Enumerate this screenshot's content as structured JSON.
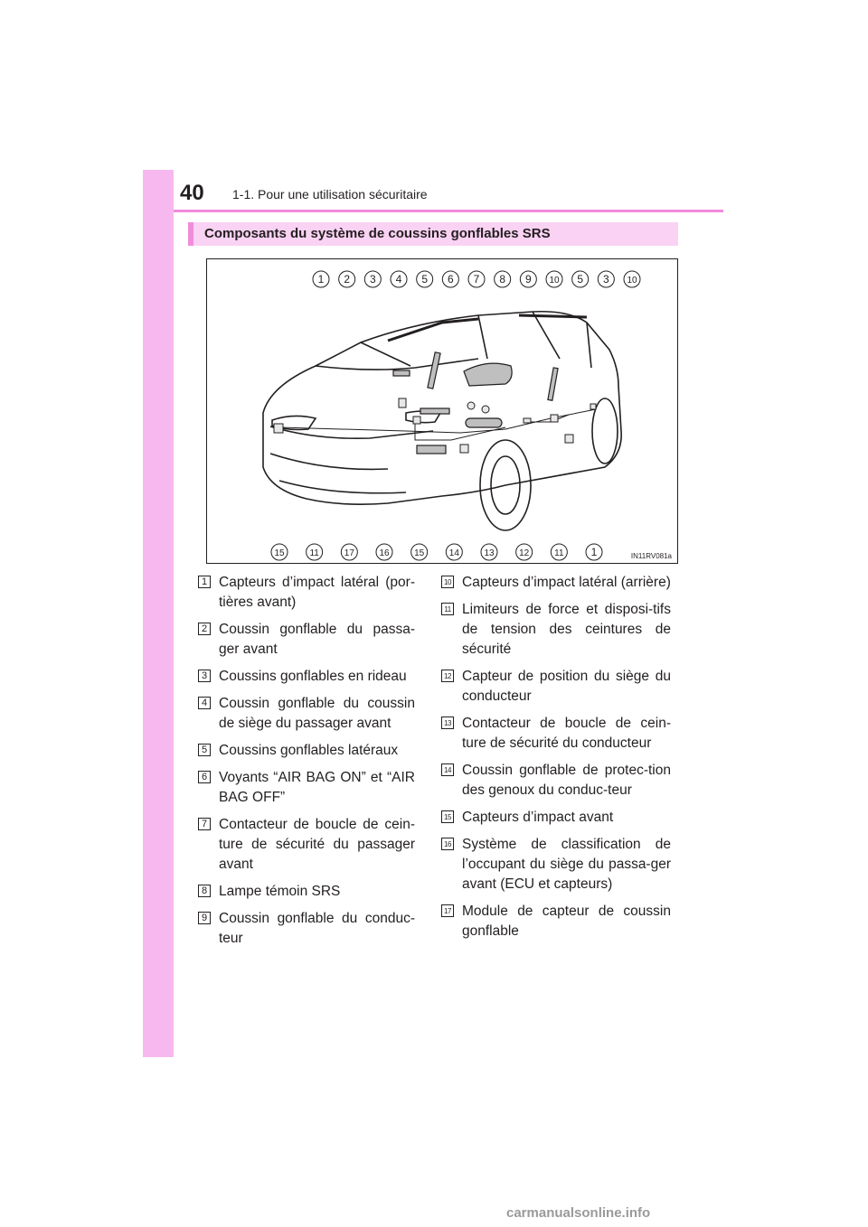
{
  "header": {
    "page_number": "40",
    "chapter": "1-1. Pour une utilisation sécuritaire"
  },
  "section": {
    "title": "Composants du système de coussins gonflables SRS"
  },
  "diagram": {
    "code": "IN11RV081a",
    "top_callouts": [
      "1",
      "2",
      "3",
      "4",
      "5",
      "6",
      "7",
      "8",
      "9",
      "10",
      "5",
      "3",
      "10"
    ],
    "bottom_callouts": [
      "15",
      "11",
      "17",
      "16",
      "15",
      "14",
      "13",
      "12",
      "11",
      "1"
    ]
  },
  "legend_left": [
    {
      "num": "1",
      "text": "Capteurs d’impact latéral (por-tières avant)"
    },
    {
      "num": "2",
      "text": "Coussin gonflable du passa-ger avant"
    },
    {
      "num": "3",
      "text": "Coussins gonflables en rideau"
    },
    {
      "num": "4",
      "text": "Coussin gonflable du coussin de siège du passager avant"
    },
    {
      "num": "5",
      "text": "Coussins gonflables latéraux"
    },
    {
      "num": "6",
      "text": "Voyants “AIR BAG ON” et “AIR BAG OFF”"
    },
    {
      "num": "7",
      "text": "Contacteur de boucle de cein-ture de sécurité du passager avant"
    },
    {
      "num": "8",
      "text": "Lampe témoin SRS"
    },
    {
      "num": "9",
      "text": "Coussin gonflable du conduc-teur"
    }
  ],
  "legend_right": [
    {
      "num": "10",
      "text": "Capteurs d’impact latéral (arrière)"
    },
    {
      "num": "11",
      "text": "Limiteurs de force et disposi-tifs de tension des ceintures de sécurité"
    },
    {
      "num": "12",
      "text": "Capteur de position du siège du conducteur"
    },
    {
      "num": "13",
      "text": "Contacteur de boucle de cein-ture de sécurité du conducteur"
    },
    {
      "num": "14",
      "text": "Coussin gonflable de protec-tion des genoux du conduc-teur"
    },
    {
      "num": "15",
      "text": "Capteurs d’impact avant"
    },
    {
      "num": "16",
      "text": "Système de classification de l’occupant du siège du passa-ger avant (ECU et capteurs)"
    },
    {
      "num": "17",
      "text": "Module de capteur de coussin gonflable"
    }
  ],
  "footer": {
    "watermark": "carmanualsonline.info"
  }
}
